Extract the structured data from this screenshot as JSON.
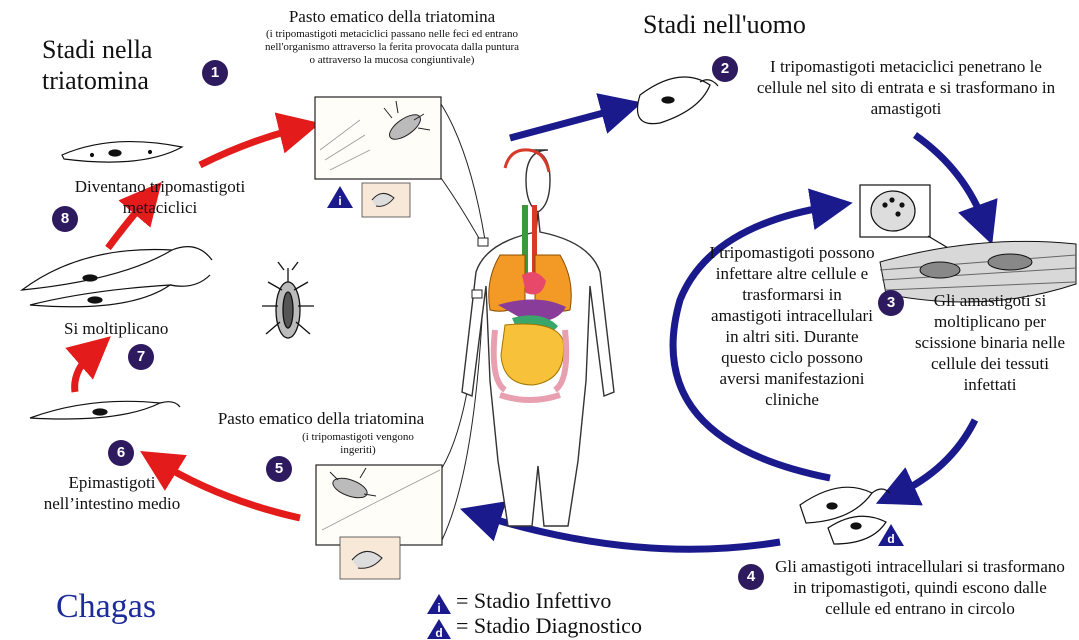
{
  "titles": {
    "vector_stages": "Stadi nella triatomina",
    "human_stages": "Stadi nell'uomo"
  },
  "steps": {
    "s1": {
      "number": "1",
      "title": "Pasto ematico della triatomina",
      "note": "(i tripomastigoti metaciclici passano nelle feci ed entrano nell'organismo attraverso la ferita provocata dalla puntura o attraverso la mucosa congiuntivale)"
    },
    "s2": {
      "number": "2",
      "text": "I tripomastigoti metaciclici penetrano le cellule nel sito di entrata e si trasformano in amastigoti"
    },
    "s3": {
      "number": "3",
      "text": "Gli amastigoti si moltiplicano per scissione binaria nelle cellule dei tessuti infettati"
    },
    "s4": {
      "number": "4",
      "text": "Gli amastigoti intracellulari si trasformano in tripomastigoti, quindi escono dalle cellule ed entrano in circolo"
    },
    "s5": {
      "number": "5",
      "title": "Pasto ematico della triatomina",
      "note": "(i tripomastigoti vengono ingeriti)"
    },
    "s6": {
      "number": "6",
      "text": "Epimastigoti nell’intestino medio"
    },
    "s7": {
      "number": "7",
      "text": "Si moltiplicano"
    },
    "s8": {
      "number": "8",
      "text": "Diventano tripomastigoti metaciclici"
    }
  },
  "inner_cycle_text": "I tripomastigoti possono infettare altre cellule e trasformarsi in amastigoti intracellulari in altri siti. Durante questo ciclo possono aversi manifestazioni cliniche",
  "disease_name": "Chagas",
  "legend": {
    "infective": {
      "symbol": "i",
      "label": "= Stadio Infettivo"
    },
    "diagnostic": {
      "symbol": "d",
      "label": "= Stadio Diagnostico"
    }
  },
  "colors": {
    "human_arrows": "#1a1a8c",
    "vector_arrows": "#e41b1b",
    "badge": "#2e1a5e",
    "title_chagas": "#1c2c9a"
  }
}
